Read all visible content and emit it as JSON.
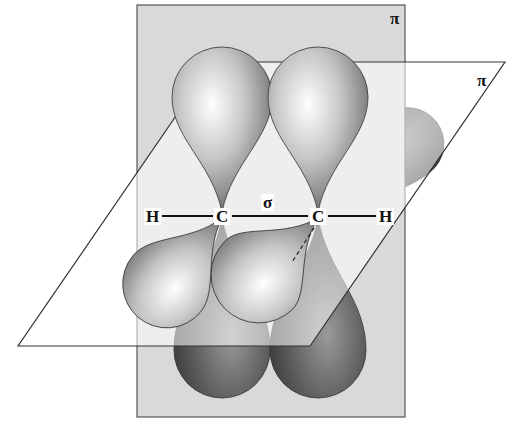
{
  "diagram": {
    "labels": [
      "π",
      "π",
      "H",
      "C",
      "σ",
      "C",
      "H"
    ]
  }
}
